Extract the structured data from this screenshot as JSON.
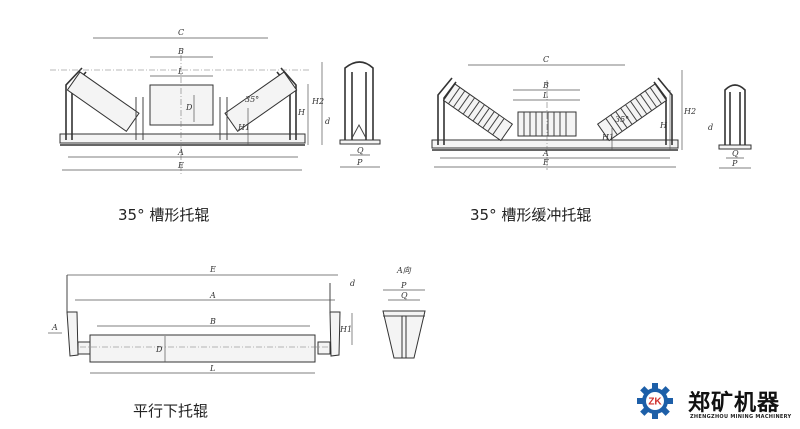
{
  "diagrams": [
    {
      "caption": "35° 槽形托辊",
      "labels": {
        "C": "C",
        "B": "B",
        "L": "L",
        "D": "D",
        "angle": "35°",
        "H": "H",
        "H1": "H1",
        "H2": "H2",
        "A": "A",
        "E": "E",
        "d": "d",
        "Q": "Q",
        "P": "P"
      }
    },
    {
      "caption": "35° 槽形缓冲托辊",
      "labels": {
        "C": "C",
        "B": "B",
        "L": "L",
        "angle": "35°",
        "H": "H",
        "H1": "H1",
        "H2": "H2",
        "A": "A",
        "E": "E",
        "d": "d",
        "Q": "Q",
        "P": "P"
      }
    },
    {
      "caption": "平行下托辊",
      "labels": {
        "E": "E",
        "A": "A",
        "B": "B",
        "D": "D",
        "L": "L",
        "H1": "H1",
        "d": "d",
        "view_arrow": "A",
        "view_title": "A向",
        "P": "P",
        "Q": "Q"
      }
    }
  ],
  "logo": {
    "mark": "ZK",
    "name": "郑矿机器",
    "subtitle": "ZHENGZHOU MINING MACHINERY",
    "colors": {
      "gear": "#1d5fa8",
      "letters": "#d0312d"
    }
  }
}
